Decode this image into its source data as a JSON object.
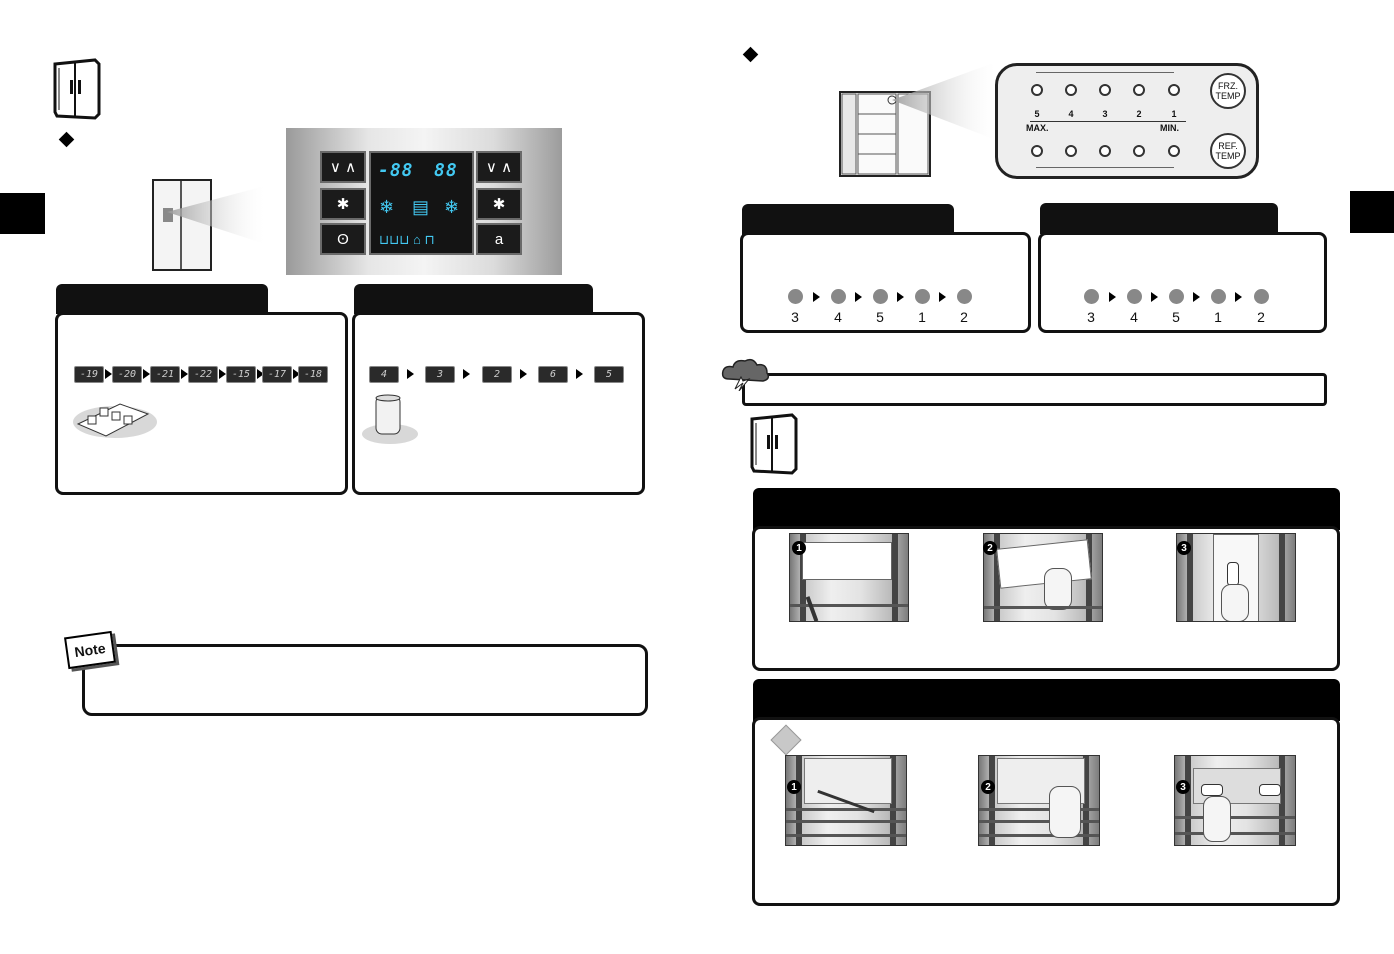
{
  "left_panel": {
    "display_left": "-88",
    "display_right": "88",
    "button_up_down": "∨ ∧",
    "button_star": "✱",
    "button_water": "ʘ",
    "button_lock": "a"
  },
  "freezer_temps": [
    "-19",
    "-20",
    "-21",
    "-22",
    "-15",
    "-17",
    "-18"
  ],
  "fridge_temps": [
    "4",
    "3",
    "2",
    "6",
    "5"
  ],
  "note_label": "Note",
  "right_panel": {
    "led_numbers": [
      "5",
      "4",
      "3",
      "2",
      "1"
    ],
    "max_label": "MAX.",
    "min_label": "MIN.",
    "frz_button": "FRZ. TEMP",
    "ref_button": "REF. TEMP"
  },
  "freezer_sequence": [
    "3",
    "4",
    "5",
    "1",
    "2"
  ],
  "fridge_sequence": [
    "3",
    "4",
    "5",
    "1",
    "2"
  ],
  "step_numbers": [
    "1",
    "2",
    "3"
  ]
}
